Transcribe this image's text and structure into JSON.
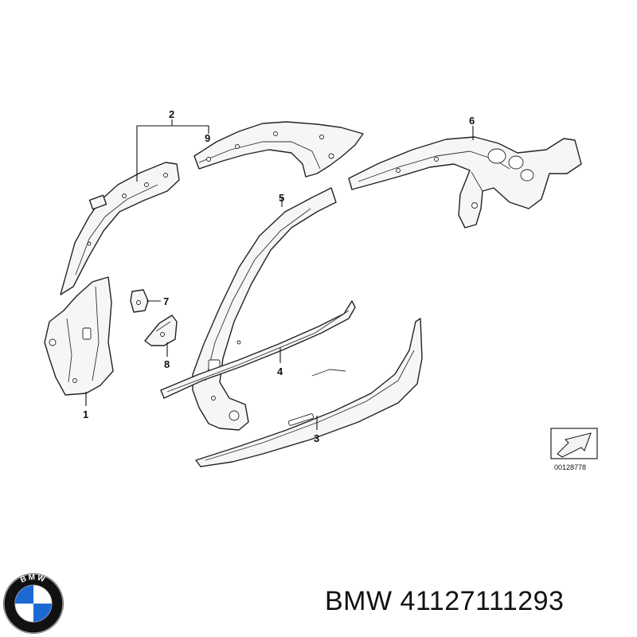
{
  "diagram": {
    "callouts": [
      "1",
      "2",
      "3",
      "4",
      "5",
      "6",
      "7",
      "8",
      "9"
    ],
    "reference_number": "00128778"
  },
  "brand": {
    "logo_icon": "bmw-roundel-icon",
    "logo_text": "BMW",
    "colors": {
      "blue": "#1c69d4",
      "ring": "#111111",
      "white": "#ffffff"
    }
  },
  "part": {
    "label": "BMW 41127111293"
  }
}
